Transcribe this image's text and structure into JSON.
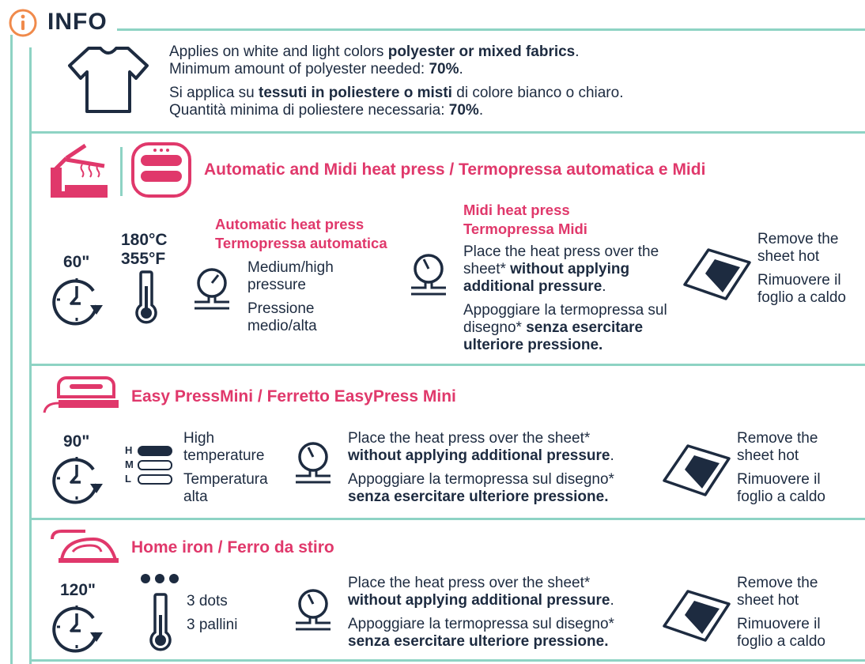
{
  "header": {
    "icon": "info-icon",
    "title": "INFO"
  },
  "fabric": {
    "icon": "tshirt-icon",
    "en_1": "Applies on white and light colors ",
    "en_1b": "polyester or mixed fabrics",
    "en_1c": ".",
    "en_2": "Minimum amount of polyester needed: ",
    "en_2b": "70%",
    "en_2c": ".",
    "it_1": "Si applica su ",
    "it_1b": "tessuti in poliestere o misti",
    "it_1c": " di colore bianco o chiaro.",
    "it_2": "Quantità minima di poliestere necessaria: ",
    "it_2b": "70%",
    "it_2c": "."
  },
  "auto": {
    "icons": [
      "heat-press-icon",
      "midi-press-icon"
    ],
    "title": "Automatic and Midi heat press / Termopressa automatica e Midi",
    "time": "60\"",
    "temp_c": "180°C",
    "temp_f": "355°F",
    "auto_title_1": "Automatic heat press",
    "auto_title_2": "Termopressa automatica",
    "auto_press_en": "Medium/high pressure",
    "auto_press_it": "Pressione medio/alta",
    "midi_title_1": "Midi heat press",
    "midi_title_2": "Termopressa Midi",
    "midi_en_1": "Place the heat press over the sheet* ",
    "midi_en_b": "without applying additional pressure",
    "midi_en_c": ".",
    "midi_it_1": "Appoggiare la termopressa sul disegno* ",
    "midi_it_b": "senza esercitare ulteriore pressione.",
    "remove_en": "Remove the sheet hot",
    "remove_it": "Rimuovere il foglio a caldo"
  },
  "easy": {
    "icon": "easypress-icon",
    "title": "Easy PressMini / Ferretto EasyPress Mini",
    "time": "90\"",
    "levels": [
      "H",
      "M",
      "L"
    ],
    "temp_en": "High temperature",
    "temp_it": "Temperatura alta",
    "place_en_1": "Place the heat press over the sheet*",
    "place_en_b": "without applying additional pressure",
    "place_en_c": ".",
    "place_it_1": "Appoggiare la termopressa sul disegno*",
    "place_it_b": "senza esercitare ulteriore pressione.",
    "remove_en": "Remove the sheet hot",
    "remove_it": "Rimuovere il foglio a caldo"
  },
  "iron": {
    "icon": "iron-icon",
    "title": "Home iron / Ferro da stiro",
    "time": "120\"",
    "dots": 3,
    "temp_en": "3 dots",
    "temp_it": "3 pallini",
    "place_en_1": "Place the heat press over the sheet*",
    "place_en_b": "without applying additional pressure",
    "place_en_c": ".",
    "place_it_1": "Appoggiare la termopressa sul disegno*",
    "place_it_b": "senza esercitare ulteriore pressione.",
    "remove_en": "Remove the sheet hot",
    "remove_it": "Rimuovere il foglio a caldo"
  },
  "colors": {
    "accent": "#e0386b",
    "navy": "#1d2b40",
    "line": "#8ed3c4",
    "orange": "#f08a4b"
  }
}
